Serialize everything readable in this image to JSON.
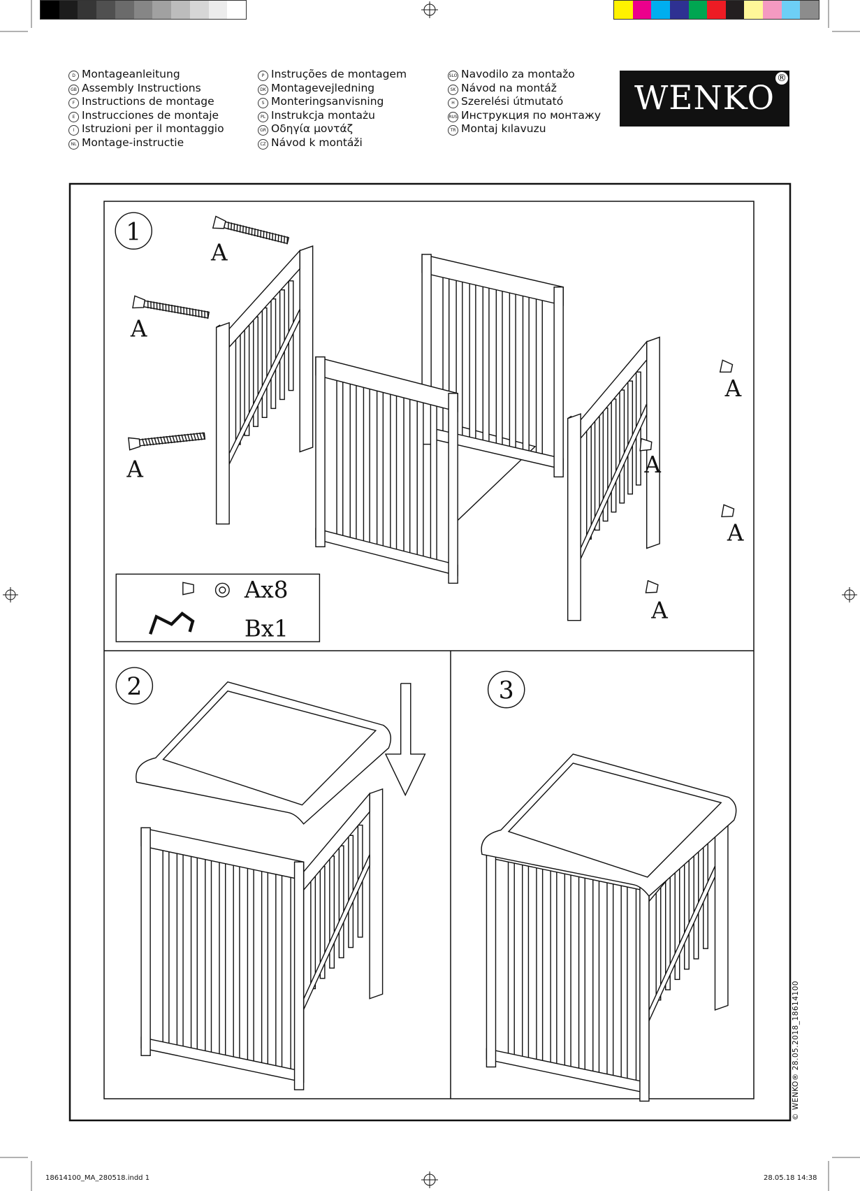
{
  "gray_swatches": [
    "#000000",
    "#1c1c1c",
    "#363636",
    "#505050",
    "#6b6b6b",
    "#868686",
    "#a1a1a1",
    "#bcbcbc",
    "#d6d6d6",
    "#ececec",
    "#ffffff"
  ],
  "color_swatches": [
    "#fff200",
    "#ec008c",
    "#00aeef",
    "#2e3192",
    "#00a651",
    "#ed1c24",
    "#231f20",
    "#fff799",
    "#f49ac1",
    "#6dcff6",
    "#8c8c8c"
  ],
  "header": {
    "col1": [
      {
        "code": "D",
        "label": "Montageanleitung"
      },
      {
        "code": "GB",
        "label": "Assembly Instructions"
      },
      {
        "code": "F",
        "label": "Instructions de montage"
      },
      {
        "code": "E",
        "label": "Instrucciones de montaje"
      },
      {
        "code": "I",
        "label": "Istruzioni per il montaggio"
      },
      {
        "code": "NL",
        "label": "Montage-instructie"
      }
    ],
    "col2": [
      {
        "code": "P",
        "label": "Instruções de montagem"
      },
      {
        "code": "DK",
        "label": "Montagevejledning"
      },
      {
        "code": "S",
        "label": "Monteringsanvisning"
      },
      {
        "code": "PL",
        "label": "Instrukcja montażu"
      },
      {
        "code": "GR",
        "label": "Οδηγία μοντάζ"
      },
      {
        "code": "CZ",
        "label": "Návod k montáži"
      }
    ],
    "col3": [
      {
        "code": "SLO",
        "label": "Navodilo za montažo"
      },
      {
        "code": "SK",
        "label": "Návod na montáž"
      },
      {
        "code": "H",
        "label": "Szerelési útmutató"
      },
      {
        "code": "RUS",
        "label": "Инструкция по монтажу"
      },
      {
        "code": "TR",
        "label": "Montaj kılavuzu"
      }
    ]
  },
  "logo": {
    "text": "WENKO",
    "reg": "®"
  },
  "steps": {
    "s1": "1",
    "s2": "2",
    "s3": "3"
  },
  "part_label": "A",
  "parts": {
    "a": "Ax8",
    "b": "Bx1"
  },
  "copyright": "© WENKO® 28.05.2018_18614100",
  "footer": {
    "left": "18614100_MA_280518.indd   1",
    "right": "28.05.18   14:38"
  }
}
